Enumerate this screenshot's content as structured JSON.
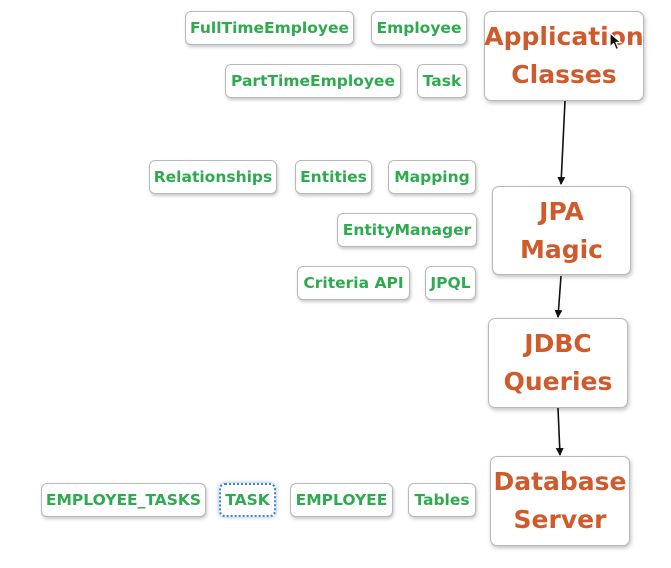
{
  "diagram": {
    "layers": [
      {
        "line1": "Application",
        "line2": "Classes"
      },
      {
        "line1": "JPA",
        "line2": "Magic"
      },
      {
        "line1": "JDBC",
        "line2": "Queries"
      },
      {
        "line1": "Database",
        "line2": "Server"
      }
    ],
    "app_tags": [
      "FullTimeEmployee",
      "Employee",
      "PartTimeEmployee",
      "Task"
    ],
    "jpa_tags": [
      "Relationships",
      "Entities",
      "Mapping",
      "EntityManager",
      "Criteria API",
      "JPQL"
    ],
    "db_tags": [
      "EMPLOYEE_TASKS",
      "TASK",
      "EMPLOYEE",
      "Tables"
    ],
    "selected_tag": "TASK"
  },
  "colors": {
    "tag_text": "#2eaa4f",
    "layer_text": "#cf5a2c",
    "selection": "#3b82c4"
  }
}
